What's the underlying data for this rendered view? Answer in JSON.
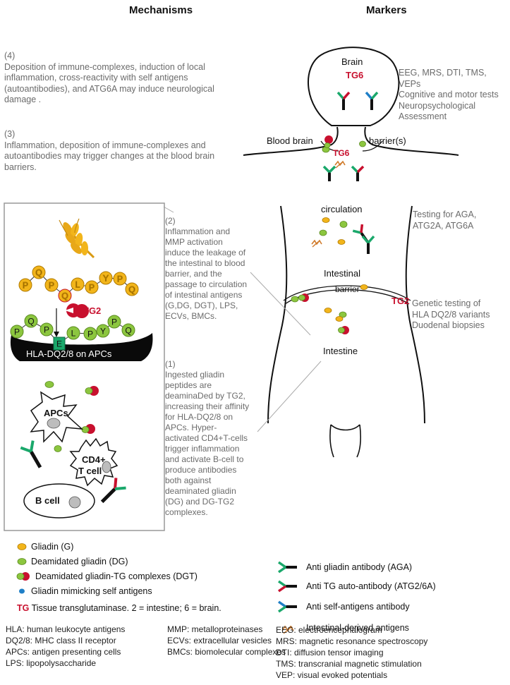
{
  "headers": {
    "mechanisms": "Mechanisms",
    "markers": "Markers"
  },
  "steps": {
    "s4": {
      "num": "(4)",
      "text": "Deposition of immune-complexes, induction of local inflammation, cross-reactivity with self antigens (autoantibodies), and ATG6A may induce neurological damage ."
    },
    "s3": {
      "num": "(3)",
      "text": "Inflammation, deposition of immune-complexes and autoantibodies may trigger changes at the blood brain barriers."
    },
    "s2": {
      "num": "(2)",
      "text": "Inflammation and MMP activation induce the leakage of the intestinal to blood barrier, and the passage to circulation of intestinal antigens (G,DG, DGT), LPS, ECVs, BMCs."
    },
    "s1": {
      "num": "(1)",
      "text": "Ingested gliadin peptides are deaminaDed by TG2, increasing their affinity for HLA-DQ2/8 on APCs. Hyper-activated CD4+T-cells trigger inflammation and activate B-cell to produce antibodies both against deaminated gliadin (DG) and DG-TG2 complexes."
    }
  },
  "markers": {
    "brain": "EEG, MRS, DTI, TMS, VEPs\nCognitive and motor tests\nNeuropsychological\nAssessment",
    "circulation": "Testing for AGA,\nATG2A, ATG6A",
    "intestine": "Genetic testing of\nHLA DQ2/8 variants\nDuodenal biopsies"
  },
  "body_labels": {
    "brain": "Brain",
    "tg6_brain": "TG6",
    "bbb_left": "Blood brain",
    "bbb_right": "barrier(s)",
    "tg6_bbb": "TG6",
    "circulation": "circulation",
    "intestinal": "Intestinal",
    "barrier": "barrier",
    "tg2": "TG2",
    "intestine": "Intestine"
  },
  "mechanism_box": {
    "peptide1": [
      "P",
      "Q",
      "P",
      "Q",
      "L",
      "P",
      "Y",
      "P",
      "Q"
    ],
    "peptide2": [
      "P",
      "Q",
      "P",
      "E",
      "L",
      "P",
      "Y",
      "P",
      "Q"
    ],
    "tg2": "TG2",
    "hla": "HLA-DQ2/8 on APCs",
    "apcs": "APCs",
    "cd4_line1": "CD4+",
    "cd4_line2": "T cell",
    "bcell": "B cell"
  },
  "legend_left": [
    {
      "icon": "gliadin-icon",
      "label": "Gliadin (G)"
    },
    {
      "icon": "deamidated-gliadin-icon",
      "label": "Deamidated gliadin (DG)"
    },
    {
      "icon": "dgt-complex-icon",
      "label": "Deamidated gliadin-TG complexes (DGT)"
    },
    {
      "icon": "mimic-icon",
      "label": "Gliadin mimicking self antigens"
    }
  ],
  "tg_legend": {
    "tg": "TG",
    "text": "Tissue transglutaminase. 2 = intestine; 6 = brain."
  },
  "legend_right": [
    {
      "icon": "aga-antibody-icon",
      "label": "Anti gliadin antibody (AGA)"
    },
    {
      "icon": "atg-antibody-icon",
      "label": "Anti TG auto-antibody (ATG2/6A)"
    },
    {
      "icon": "self-antibody-icon",
      "label": "Anti self-antigens antibody"
    },
    {
      "icon": "intestinal-antigen-icon",
      "label": "Intestinal-derived antigens"
    }
  ],
  "abbr_col1": [
    "HLA: human leukocyte antigens",
    "DQ2/8: MHC class II receptor",
    "APCs: antigen presenting cells",
    "LPS: lipopolysaccharide"
  ],
  "abbr_col2": [
    "MMP: metalloproteinases",
    "ECVs: extracellular vesicles",
    "BMCs: biomolecular complexes"
  ],
  "abbr_col3": [
    "EEG: electroencephalogram",
    "MRS: magnetic resonance spectroscopy",
    "DTI: diffusion tensor imaging",
    "TMS: transcranial magnetic stimulation",
    "VEP: visual evoked potentials"
  ],
  "colors": {
    "gliadin": "#f2b51b",
    "deamidated": "#8cc63f",
    "tg": "#c8102e",
    "aga": "#1aa86b",
    "self": "#1f7fc7",
    "antigen": "#d07a2a"
  }
}
